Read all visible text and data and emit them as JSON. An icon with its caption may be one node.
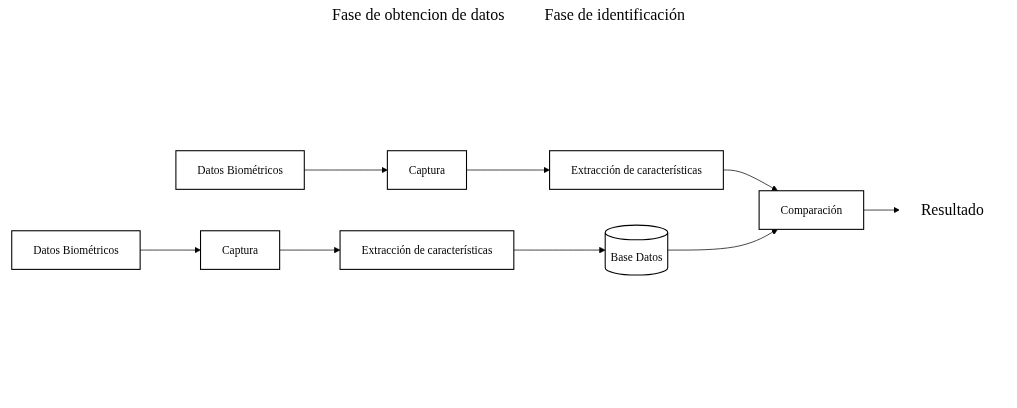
{
  "diagram": {
    "nodes": [
      {
        "text": [
          "Datos Biométricos"
        ]
      },
      {
        "text": [
          "Captura"
        ]
      },
      {
        "text": [
          "Extracción de características"
        ]
      },
      {
        "text": [
          "Base Datos"
        ]
      },
      {
        "text": [
          "Datos Biométricos"
        ]
      },
      {
        "text": [
          "Captura"
        ]
      },
      {
        "text": [
          "Extracción de características"
        ]
      },
      {
        "text": [
          "Comparación"
        ]
      },
      {
        "text": [
          "Resultado"
        ]
      }
    ],
    "edges": [
      {
        "from": 0,
        "to": 1,
        "arrow": "to"
      },
      {
        "from": 1,
        "to": 2,
        "arrow": "to"
      },
      {
        "from": 2,
        "to": 3,
        "arrow": "to"
      },
      {
        "from": 4,
        "to": 5,
        "arrow": "to"
      },
      {
        "from": 5,
        "to": 6,
        "arrow": "to"
      },
      {
        "from": 6,
        "to": 7,
        "arrow": "to"
      },
      {
        "from": 3,
        "to": 7,
        "arrow": "to"
      },
      {
        "from": 7,
        "to": 8,
        "arrow": "to"
      }
    ],
    "labels": [
      "Fase de obtencion de datos",
      "Fase de identificación"
    ]
  }
}
